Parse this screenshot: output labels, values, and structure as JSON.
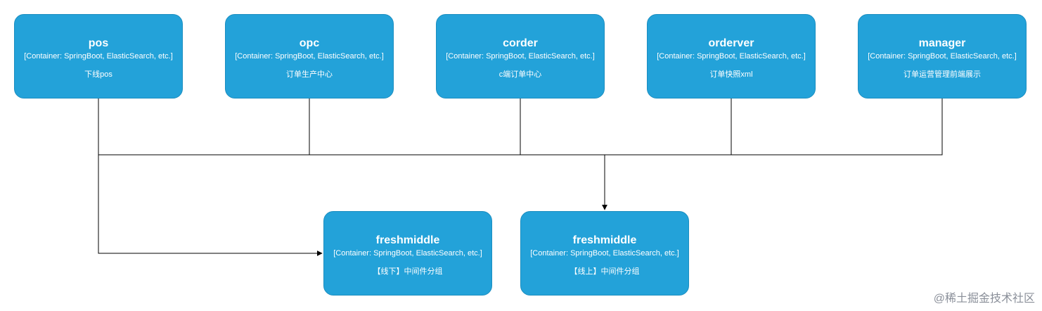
{
  "nodes": [
    {
      "title": "pos",
      "tech": "[Container: SpringBoot, ElasticSearch, etc.]",
      "desc": "下线pos"
    },
    {
      "title": "opc",
      "tech": "[Container: SpringBoot, ElasticSearch, etc.]",
      "desc": "订单生产中心"
    },
    {
      "title": "corder",
      "tech": "[Container: SpringBoot, ElasticSearch, etc.]",
      "desc": "c端订单中心"
    },
    {
      "title": "orderver",
      "tech": "[Container: SpringBoot, ElasticSearch, etc.]",
      "desc": "订单快照xml"
    },
    {
      "title": "manager",
      "tech": "[Container: SpringBoot, ElasticSearch, etc.]",
      "desc": "订单运营管理前端展示"
    },
    {
      "title": "freshmiddle",
      "tech": "[Container: SpringBoot, ElasticSearch, etc.]",
      "desc": "【线下】中间件分组"
    },
    {
      "title": "freshmiddle",
      "tech": "[Container: SpringBoot, ElasticSearch, etc.]",
      "desc": "【线上】中间件分组"
    }
  ],
  "colors": {
    "node_fill": "#23a2d9",
    "node_border": "#1c8ec0",
    "edge": "#000000"
  },
  "watermark": "@稀土掘金技术社区"
}
